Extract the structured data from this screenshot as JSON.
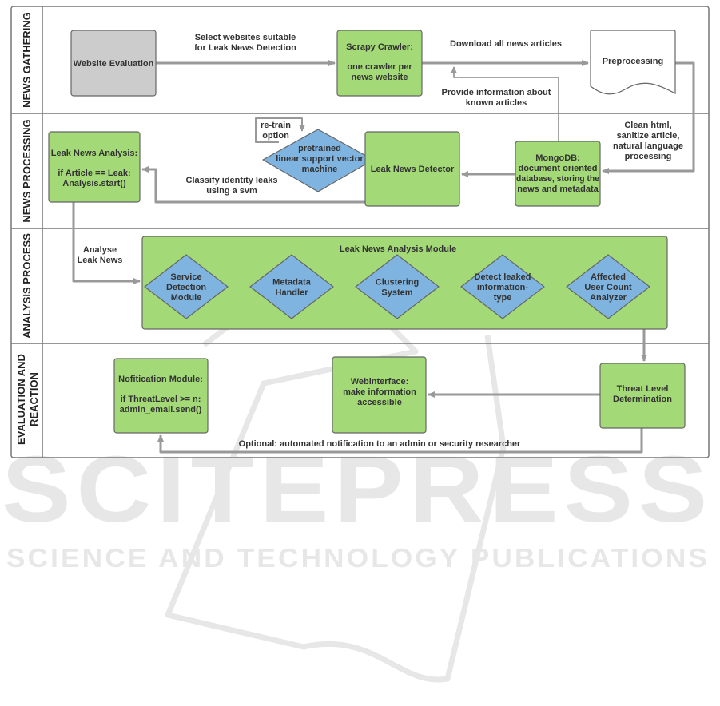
{
  "colors": {
    "green_box": "#a3d977",
    "blue_diamond": "#7fb4e1",
    "gray_box": "#cccccc",
    "edge": "#999999",
    "border": "#777777",
    "text": "#333333",
    "watermark": "#e6e7e6"
  },
  "lanes": [
    {
      "label": "NEWS GATHERING"
    },
    {
      "label": "NEWS PROCESSING"
    },
    {
      "label": "ANALYSIS PROCESS"
    },
    {
      "label_lines": [
        "EVALUATION AND",
        "REACTION"
      ]
    }
  ],
  "nodes": {
    "website_evaluation": {
      "lines": [
        "Website Evaluation"
      ]
    },
    "scrapy_crawler": {
      "lines": [
        "Scrapy Crawler:",
        "",
        "one crawler per",
        "news website"
      ]
    },
    "preprocessing": {
      "lines": [
        "Preprocessing"
      ]
    },
    "leak_news_analysis": {
      "lines": [
        "Leak News Analysis:",
        "",
        "if Article == Leak:",
        "Analysis.start()"
      ]
    },
    "svm": {
      "lines": [
        "pretrained",
        "linear support vector",
        "machine"
      ]
    },
    "leak_news_detector": {
      "lines": [
        "Leak News Detector"
      ]
    },
    "mongodb": {
      "lines": [
        "MongoDB:",
        "document oriented",
        "database, storing the",
        "news and metadata"
      ]
    },
    "analysis_module": {
      "title": "Leak News Analysis Module",
      "submodules": [
        {
          "lines": [
            "Service",
            "Detection",
            "Module"
          ]
        },
        {
          "lines": [
            "Metadata",
            "Handler"
          ]
        },
        {
          "lines": [
            "Clustering",
            "System"
          ]
        },
        {
          "lines": [
            "Detect leaked",
            "information-",
            "type"
          ]
        },
        {
          "lines": [
            "Affected",
            "User Count",
            "Analyzer"
          ]
        }
      ]
    },
    "notification_module": {
      "lines": [
        "Nofitication Module:",
        "",
        "if ThreatLevel >= n:",
        "admin_email.send()"
      ]
    },
    "webinterface": {
      "lines": [
        "Webinterface:",
        "make information",
        "accessible"
      ]
    },
    "threat_level": {
      "lines": [
        "Threat Level",
        "Determination"
      ]
    }
  },
  "edge_labels": {
    "select_websites": [
      "Select websites suitable",
      "for Leak News Detection"
    ],
    "download_articles": [
      "Download all news articles"
    ],
    "known_articles": [
      "Provide information about",
      "known articles"
    ],
    "clean_html": [
      "Clean html,",
      "sanitize article,",
      "natural language",
      "processing"
    ],
    "classify": [
      "Classify identity leaks",
      "using a svm"
    ],
    "retrain": [
      "re-train",
      "option"
    ],
    "analyse": [
      "Analyse",
      "Leak News"
    ],
    "optional_notification": [
      "Optional: automated  notification to an admin or security researcher"
    ]
  },
  "watermark": {
    "big": "SCITEPRESS",
    "small": "SCIENCE AND TECHNOLOGY PUBLICATIONS"
  }
}
